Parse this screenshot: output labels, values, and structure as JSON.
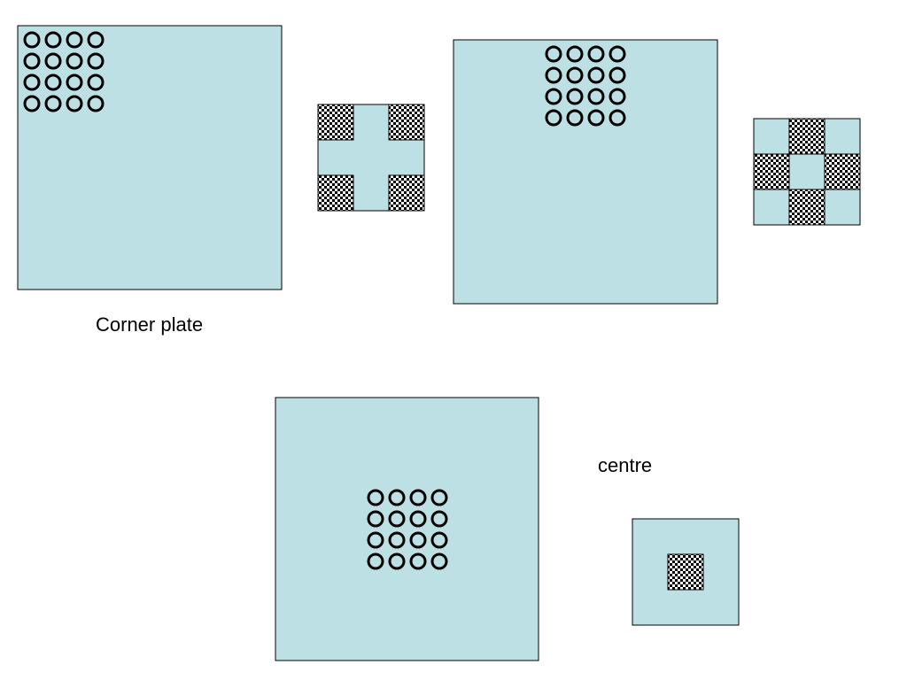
{
  "labels": {
    "corner_plate": "Corner plate",
    "centre": "centre"
  },
  "colors": {
    "plate_fill": "#bce0e4",
    "border": "#000000",
    "hole_stroke": "#000000",
    "checker_dark": "#000000",
    "checker_light": "#ffffff"
  },
  "hole_grid": {
    "rows": 4,
    "cols": 4
  }
}
